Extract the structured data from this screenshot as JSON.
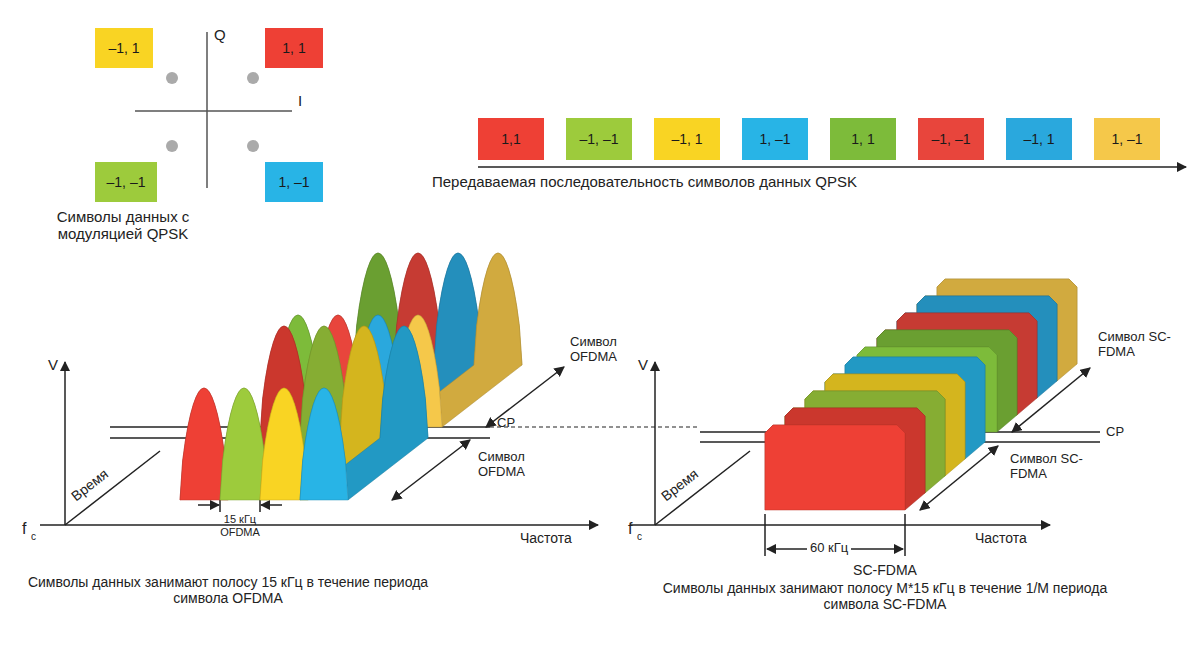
{
  "diagram": {
    "nodes": [
      {
        "text": [
          "–1, 1"
        ]
      },
      {
        "text": [
          "1, 1"
        ]
      },
      {
        "text": [
          "–1, –1"
        ]
      },
      {
        "text": [
          "1, –1"
        ]
      },
      {
        "text": [
          "1,1"
        ]
      },
      {
        "text": [
          "–1, –1"
        ]
      },
      {
        "text": [
          "–1, 1"
        ]
      },
      {
        "text": [
          "1, –1"
        ]
      },
      {
        "text": [
          "1, 1"
        ]
      },
      {
        "text": [
          "–1, –1"
        ]
      },
      {
        "text": [
          "–1, 1"
        ]
      },
      {
        "text": [
          "1, –1"
        ]
      }
    ],
    "labels": [
      "Q",
      "I",
      "Символы данных с модуляцией QPSK",
      "Передаваемая последовательность символов данных QPSK",
      "V",
      "Время",
      "Символ OFDMA",
      "CP",
      "Символ OFDMA",
      "f",
      "c",
      "15 кГц OFDMA",
      "Частота",
      "Символы данных занимают полосу 15 кГц в течение периода символа OFDMA",
      "V",
      "Время",
      "Символ SC-FDMA",
      "CP",
      "Символ SC-FDMA",
      "f",
      "c",
      "60 кГц",
      "Частота",
      "SC-FDMA",
      "Символы данных занимают полосу M*15 кГц в течение 1/M периода символа SC-FDMA"
    ]
  }
}
